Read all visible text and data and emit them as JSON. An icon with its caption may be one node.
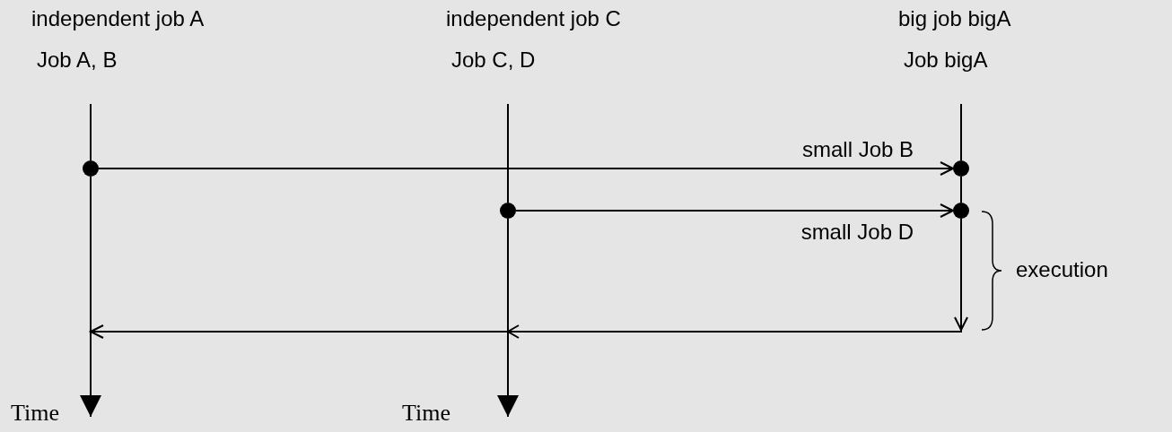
{
  "diagram": {
    "nodes": [
      {
        "text": [
          "independent job A",
          "Job A, B"
        ]
      },
      {
        "text": [
          "independent job C",
          "Job C, D"
        ]
      },
      {
        "text": [
          "big job bigA",
          "Job bigA"
        ]
      },
      {
        "text": [],
        "shape": "circle"
      },
      {
        "text": [],
        "shape": "circle"
      },
      {
        "text": [],
        "shape": "circle"
      },
      {
        "text": [],
        "shape": "circle"
      },
      {
        "text": [
          "Time"
        ]
      },
      {
        "text": [
          "Time"
        ]
      }
    ],
    "edges": [
      {
        "from": 0,
        "to": 3,
        "arrow": "none"
      },
      {
        "from": 3,
        "to": 7,
        "arrow": "to"
      },
      {
        "from": 1,
        "to": 4,
        "arrow": "none"
      },
      {
        "from": 4,
        "to": 8,
        "arrow": "to"
      },
      {
        "from": 3,
        "to": 5,
        "arrow": "to",
        "label": "small Job B"
      },
      {
        "from": 4,
        "to": 6,
        "arrow": "to",
        "label": "small Job D"
      },
      {
        "from": 2,
        "to": 5,
        "arrow": "none"
      },
      {
        "from": 5,
        "to": 6,
        "arrow": "none"
      },
      {
        "from": 6,
        "to": null,
        "arrow": "to"
      },
      {
        "from": 6,
        "to": null,
        "arrow": "to"
      }
    ],
    "labels": [
      "execution"
    ]
  }
}
